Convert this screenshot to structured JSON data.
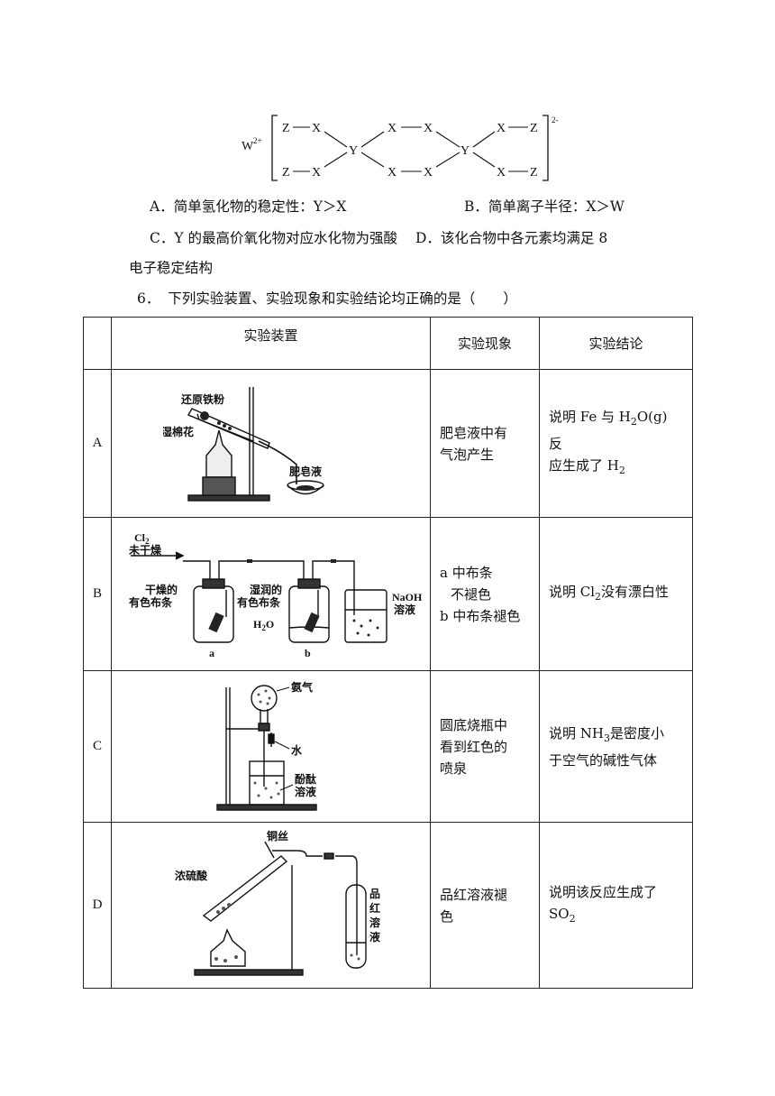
{
  "structure": {
    "cation": "W",
    "cation_charge": "2+",
    "anion_charge": "2-",
    "atoms": {
      "z": "Z",
      "x": "X",
      "y": "Y"
    }
  },
  "q5_options": {
    "A": "A．简单氢化物的稳定性：Y＞X",
    "B": "B．简单离子半径：X＞W",
    "C": "C．Y 的最高价氧化物对应水化物为强酸",
    "D_part1": "D．该化合物中各元素均满足 8",
    "D_part2": "电子稳定结构"
  },
  "q6": {
    "number": "6．",
    "text": "下列实验装置、实验现象和实验结论均正确的是（　　）"
  },
  "table": {
    "headers": {
      "device": "实验装置",
      "phenomenon": "实验现象",
      "conclusion": "实验结论"
    },
    "rows": [
      {
        "letter": "A",
        "labels": {
          "iron": "还原铁粉",
          "cotton": "湿棉花",
          "soap": "肥皂液"
        },
        "phenomenon_lines": [
          "肥皂液中有",
          "气泡产生"
        ],
        "conclusion": {
          "p1": "说明 Fe 与 H",
          "sub1": "2",
          "p2": "O(g) 反",
          "p3": "应生成了 H",
          "sub2": "2"
        }
      },
      {
        "letter": "B",
        "labels": {
          "cl2": "Cl",
          "cl2_sub": "2",
          "undried": "未干燥",
          "dry1": "干燥的",
          "dry2": "有色布条",
          "wet1": "湿润的",
          "wet2": "有色布条",
          "h2o": "H",
          "h2o_sub": "2",
          "h2o_end": "O",
          "naoh1": "NaOH",
          "naoh2": "溶液",
          "a": "a",
          "b": "b"
        },
        "phenomenon_lines": [
          "a 中布条",
          "不褪色",
          "b 中布条褪色"
        ],
        "conclusion": {
          "p1": "说明 Cl",
          "sub1": "2",
          "p2": "没有漂白性"
        }
      },
      {
        "letter": "C",
        "labels": {
          "ammonia": "氨气",
          "water": "水",
          "phenol1": "酚酞",
          "phenol2": "溶液"
        },
        "phenomenon_lines": [
          "圆底烧瓶中",
          "看到红色的",
          "喷泉"
        ],
        "conclusion": {
          "p1": "说明 NH",
          "sub1": "3",
          "p2": "是密度小",
          "p3": "于空气的碱性气体"
        }
      },
      {
        "letter": "D",
        "labels": {
          "copper": "铜丝",
          "acid": "浓硫酸",
          "pin": "品",
          "hong": "红",
          "rong": "溶",
          "ye": "液"
        },
        "phenomenon_lines": [
          "品红溶液褪",
          "色"
        ],
        "conclusion": {
          "p1": "说明该反应生成了",
          "p2": "SO",
          "sub1": "2"
        }
      }
    ]
  }
}
